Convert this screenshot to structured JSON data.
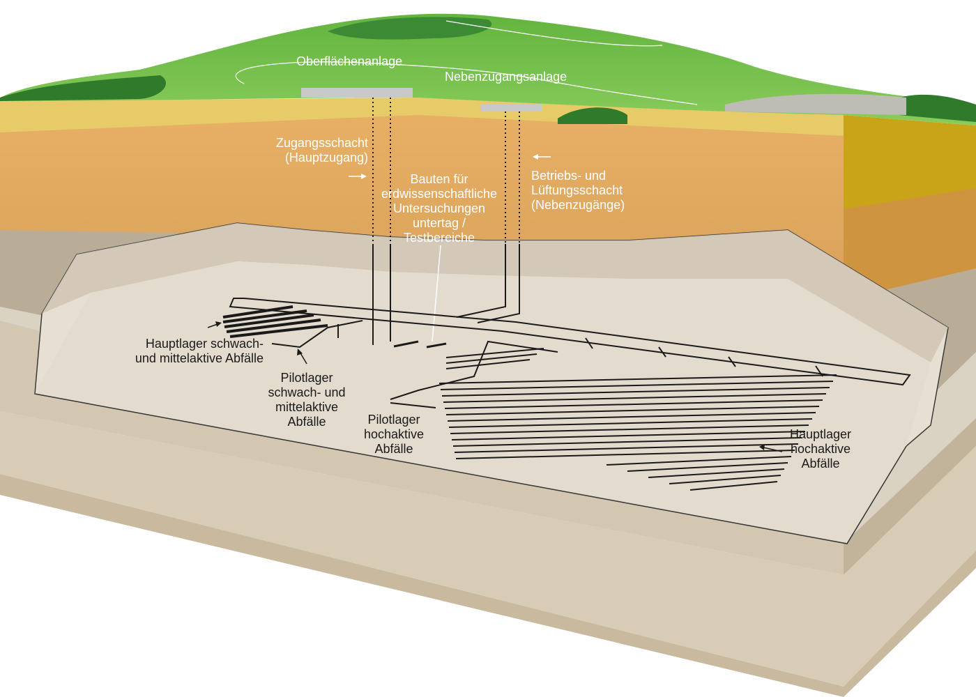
{
  "labels": {
    "surface_facility": "Oberflächenanlage",
    "secondary_access_facility": "Nebenzugangsanlage",
    "access_shaft": [
      "Zugangsschacht",
      "(Hauptzugang)"
    ],
    "research_buildings": [
      "Bauten für",
      "erdwissenschaftliche",
      "Untersuchungen",
      "untertag /",
      "Testbereiche"
    ],
    "operation_ventilation_shaft": [
      "Betriebs- und",
      "Lüftungsschacht",
      "(Nebenzugänge)"
    ],
    "main_repository_lma": [
      "Hauptlager schwach-",
      "und mittelaktive Abfälle"
    ],
    "pilot_repository_lma": [
      "Pilotlager",
      "schwach- und",
      "mittelaktive",
      "Abfälle"
    ],
    "pilot_repository_hla": [
      "Pilotlager",
      "hochaktive",
      "Abfälle"
    ],
    "main_repository_hla": [
      "Hauptlager",
      "hochaktive",
      "Abfälle"
    ]
  },
  "colors": {
    "grass": "#6fbf4a",
    "forest": "#2f7a2b",
    "layer_yellow": "#e4c65e",
    "layer_orange": "#e0a65a",
    "host_rock": "#d9d0c0",
    "base_rock": "#cfc3ad",
    "tunnels": "#1a1a1a"
  }
}
